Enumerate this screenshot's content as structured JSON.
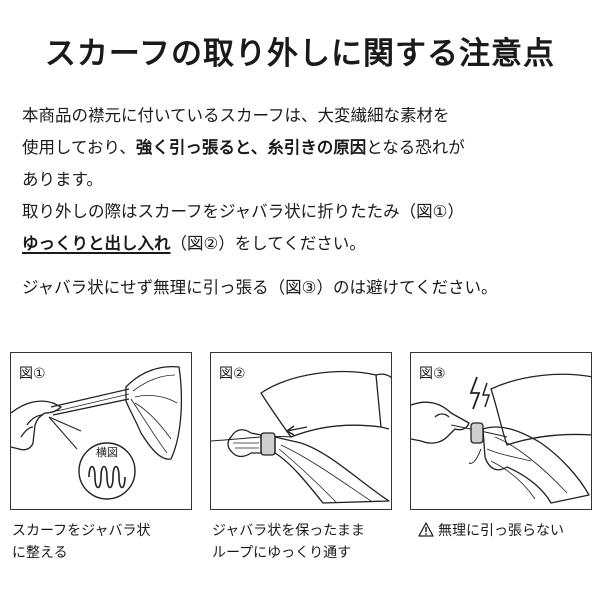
{
  "title": "スカーフの取り外しに関する注意点",
  "paragraph1": {
    "line1": "本商品の襟元に付いているスカーフは、大変繊細な素材を",
    "line2_pre": "使用しており、",
    "line2_bold1": "強く引っ張ると、糸引きの原因",
    "line2_post": "となる恐れが",
    "line3": "あります。"
  },
  "paragraph2": {
    "line1": "取り外しの際はスカーフをジャバラ状に折りたたみ（図①）",
    "line2_bold": "ゆっくりと出し入れ",
    "line2_post": "（図②）をしてください。"
  },
  "paragraph3": "ジャバラ状にせず無理に引っ張る（図③）のは避けてください。",
  "panels": [
    {
      "label": "図①",
      "inset_label": "横図",
      "caption_line1": "スカーフをジャバラ状",
      "caption_line2": "に整える"
    },
    {
      "label": "図②",
      "caption_line1": "ジャバラ状を保ったまま",
      "caption_line2": "ループにゆっくり通す"
    },
    {
      "label": "図③",
      "caption_line1": "無理に引っ張らない",
      "warning_icon": "warning-triangle-icon"
    }
  ]
}
